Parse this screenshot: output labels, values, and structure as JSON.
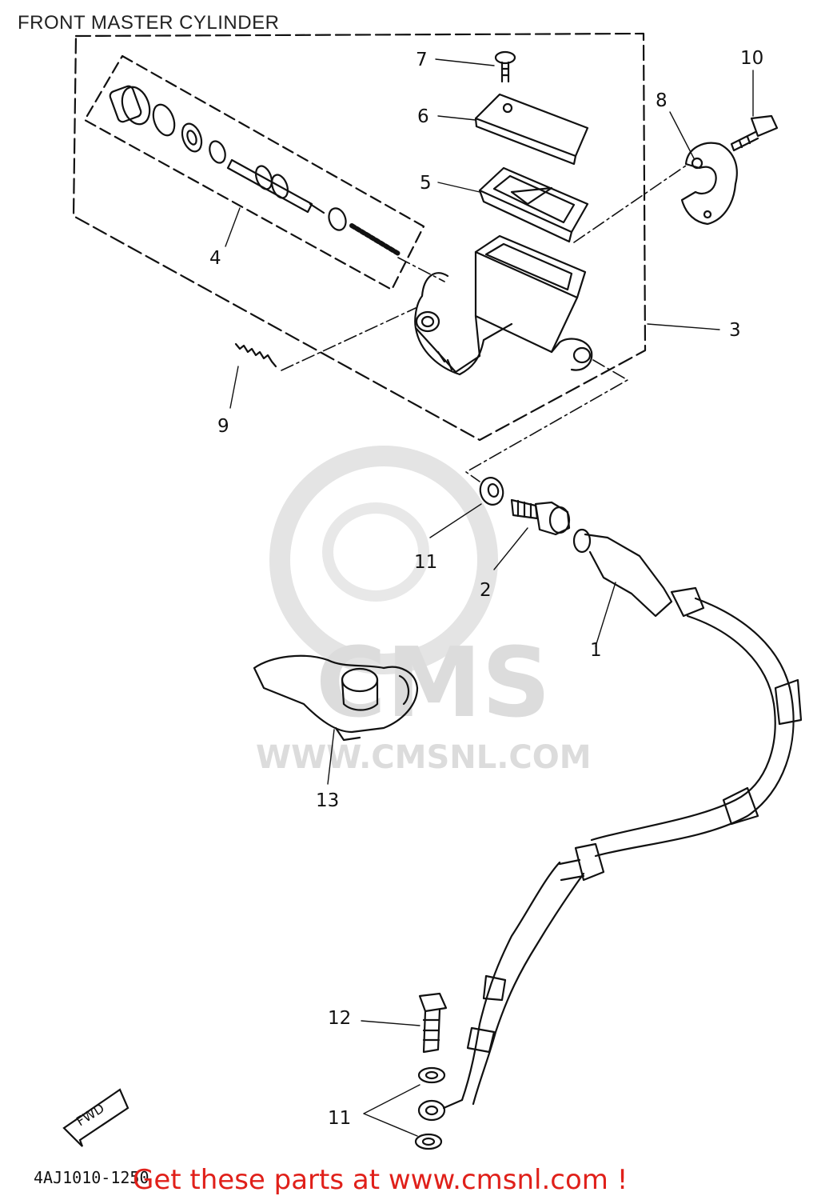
{
  "title": "FRONT MASTER CYLINDER",
  "callouts": [
    "1",
    "2",
    "3",
    "4",
    "5",
    "6",
    "7",
    "8",
    "9",
    "10",
    "11",
    "11",
    "12",
    "13"
  ],
  "watermark": {
    "logo_text": "CMS",
    "url_text": "WWW.CMSNL.COM"
  },
  "drawing_code": "4AJ1010-1250",
  "promo": "Get these parts at www.cmsnl.com !",
  "colors": {
    "line": "#111111",
    "promo": "#e0201a",
    "watermark": "#dcdcdc"
  }
}
